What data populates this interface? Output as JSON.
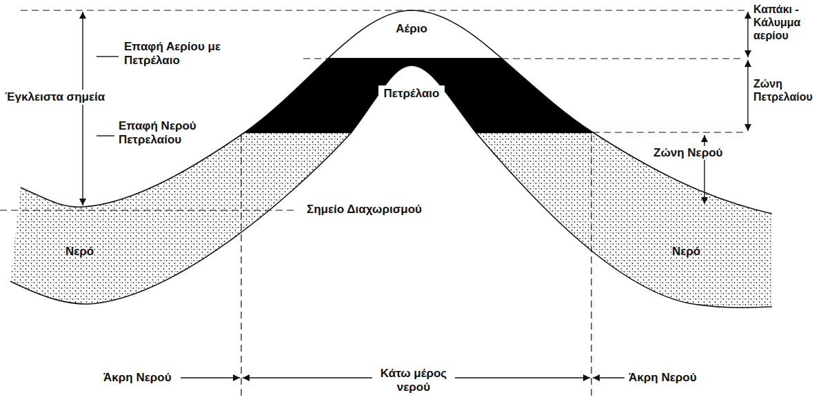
{
  "diagram": {
    "labels": [
      "Αέριο",
      "Καπάκι - Κάλυμμα αερίου",
      "Επαφή Αερίου με Πετρέλαιο",
      "Πετρέλαιο",
      "Ζώνη Πετρελαίου",
      "Έγκλειστα σημεία",
      "Επαφή Νερού Πετρελαίου",
      "Ζώνη Νερού",
      "Σημείο Διαχωρισμού",
      "Νερό",
      "Νερό",
      "Άκρη Νερού",
      "Κάτω μέρος νερού",
      "Άκρη Νερού"
    ]
  }
}
